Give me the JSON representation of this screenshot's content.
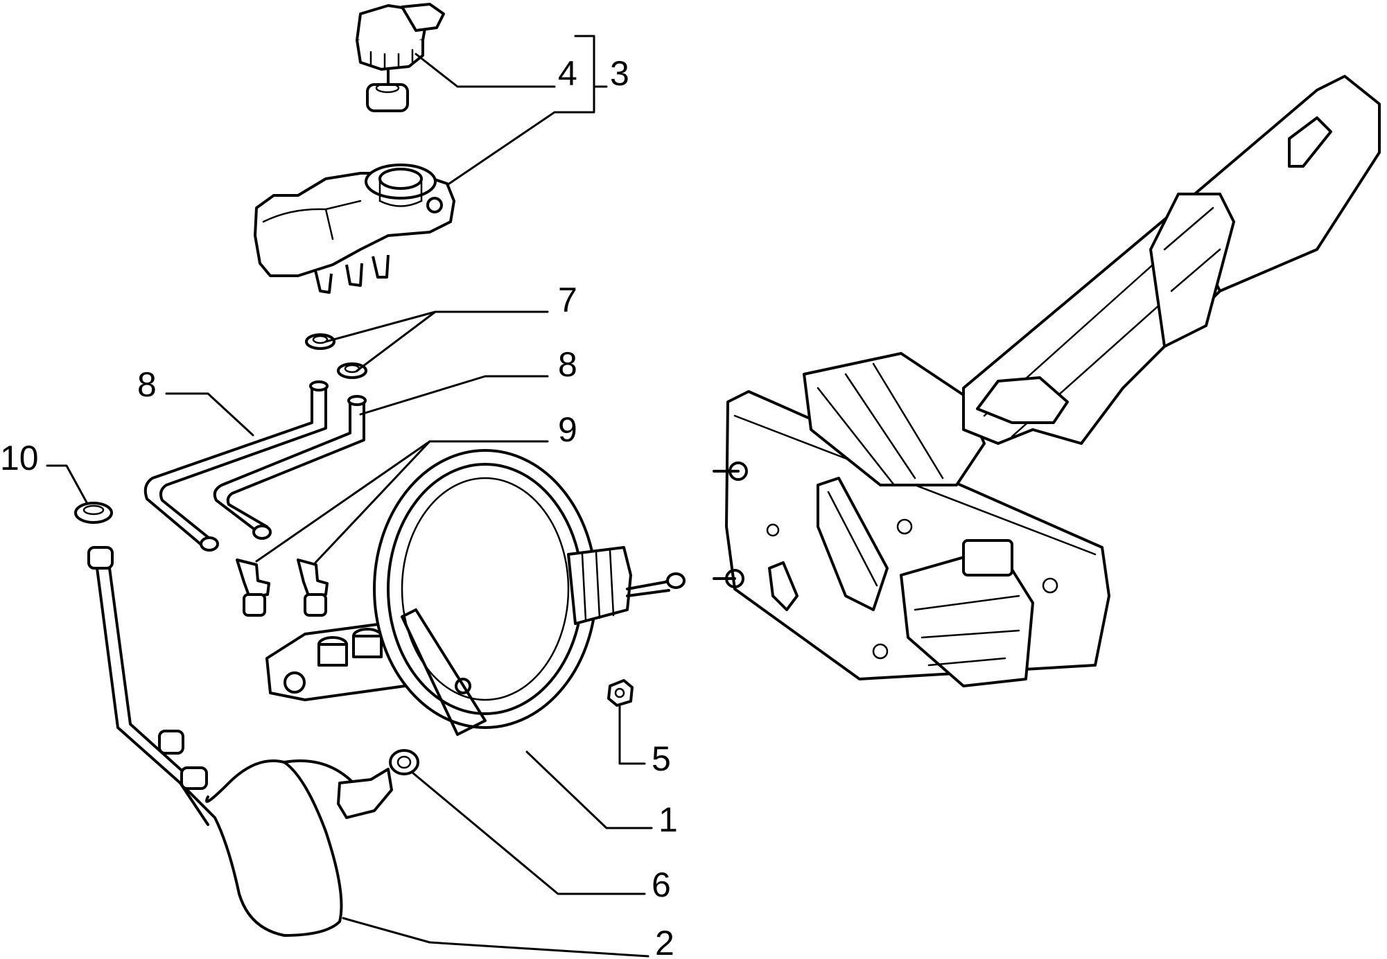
{
  "callouts": [
    {
      "id": "1",
      "label": "1"
    },
    {
      "id": "2",
      "label": "2"
    },
    {
      "id": "3",
      "label": "3"
    },
    {
      "id": "4",
      "label": "4"
    },
    {
      "id": "5",
      "label": "5"
    },
    {
      "id": "6",
      "label": "6"
    },
    {
      "id": "7",
      "label": "7"
    },
    {
      "id": "8a",
      "label": "8"
    },
    {
      "id": "8b",
      "label": "8"
    },
    {
      "id": "9",
      "label": "9"
    },
    {
      "id": "10",
      "label": "10"
    }
  ],
  "colors": {
    "line": "#000000",
    "background": "#ffffff"
  }
}
